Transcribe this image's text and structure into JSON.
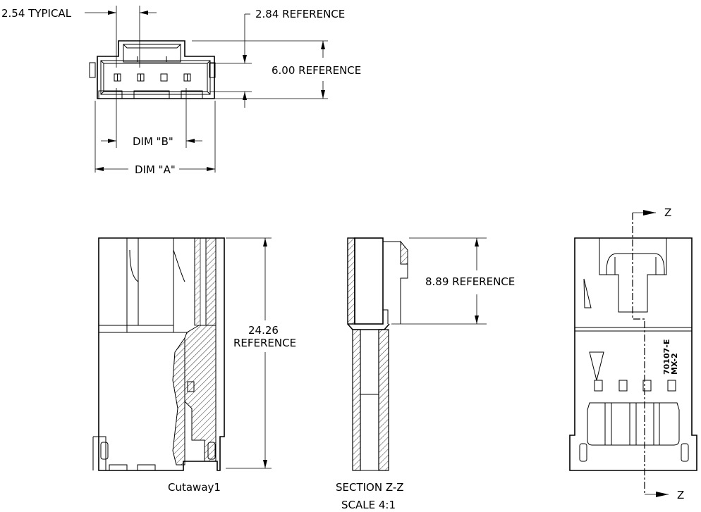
{
  "top_view": {
    "pitch_label": "2.54 TYPICAL",
    "ref_284": "2.84 REFERENCE",
    "ref_600": "6.00 REFERENCE",
    "dim_b": "DIM \"B\"",
    "dim_a": "DIM \"A\""
  },
  "cutaway_view": {
    "height_value": "24.26",
    "height_ref": "REFERENCE",
    "caption": "Cutaway1"
  },
  "section_view": {
    "ref_889": "8.89 REFERENCE",
    "caption": "SECTION Z-Z",
    "scale": "SCALE 4:1"
  },
  "front_view": {
    "section_marker_top": "Z",
    "section_marker_bottom": "Z",
    "marking_line1": "70107-E",
    "marking_line2": "MX-2"
  }
}
